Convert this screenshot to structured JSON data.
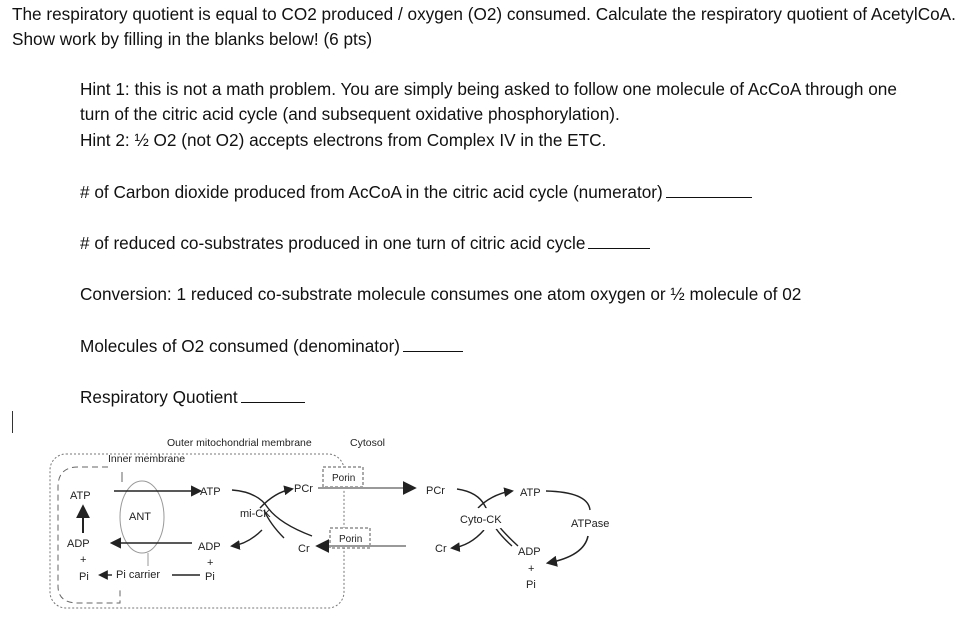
{
  "question": "The respiratory quotient is equal to CO2 produced / oxygen (O2) consumed. Calculate the respiratory quotient of AcetylCoA. Show work by filling in the blanks below! (6 pts)",
  "hint1": "Hint 1: this is not a math problem. You are simply being asked to follow one molecule of AcCoA through one turn of the citric acid cycle (and subsequent oxidative phosphorylation).",
  "hint2": "Hint 2: ½ O2 (not O2) accepts electrons from Complex IV in the ETC.",
  "co2_prompt": "# of Carbon dioxide produced from AcCoA in the citric acid cycle (numerator)",
  "reduced_prompt": "# of reduced co-substrates produced in one turn of citric acid cycle",
  "conversion": "Conversion: 1 reduced co-substrate molecule consumes one atom oxygen or ½ molecule of 02",
  "o2_prompt": "Molecules of O2 consumed (denominator)",
  "rq_prompt": "Respiratory Quotient",
  "diagram": {
    "outer_membrane": "Outer mitochondrial membrane",
    "cytosol": "Cytosol",
    "inner_membrane": "Inner membrane",
    "atp": "ATP",
    "adp": "ADP",
    "plus": "+",
    "pi": "Pi",
    "ant": "ANT",
    "pi_carrier": "Pi carrier",
    "mi_ck": "mi-CK",
    "pcr": "PCr",
    "cr": "Cr",
    "porin": "Porin",
    "cyto_ck": "Cyto-CK",
    "atpase": "ATPase"
  }
}
